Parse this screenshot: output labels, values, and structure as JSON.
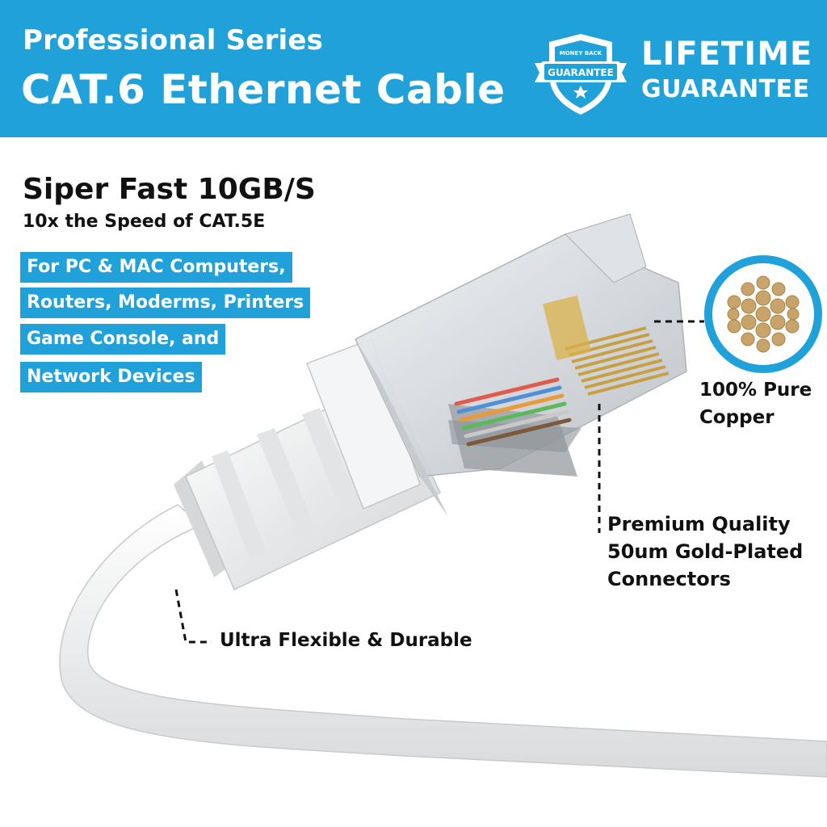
{
  "header": {
    "subtitle": "Professional Series",
    "title": "CAT.6 Ethernet Cable",
    "badge": {
      "top_text": "MONEY BACK",
      "ribbon_text": "GUARANTEE"
    },
    "lifetime_line1": "LIFETIME",
    "lifetime_line2": "GUARANTEE"
  },
  "speed": {
    "headline": "Siper Fast 10GB/S",
    "subline": "10x the Speed of CAT.5E"
  },
  "compatibility": [
    "For PC & MAC Computers,",
    "Routers, Moderms, Printers",
    "Game Console, and",
    "Network Devices"
  ],
  "callouts": {
    "copper": [
      "100% Pure",
      "Copper"
    ],
    "gold": [
      "Premium Quality",
      "50um Gold-Plated",
      "Connectors"
    ],
    "flexible": "Ultra Flexible & Durable"
  },
  "colors": {
    "brand_blue": "#21a1d9",
    "copper": "#c9a46a",
    "gold": "#c8a042"
  }
}
